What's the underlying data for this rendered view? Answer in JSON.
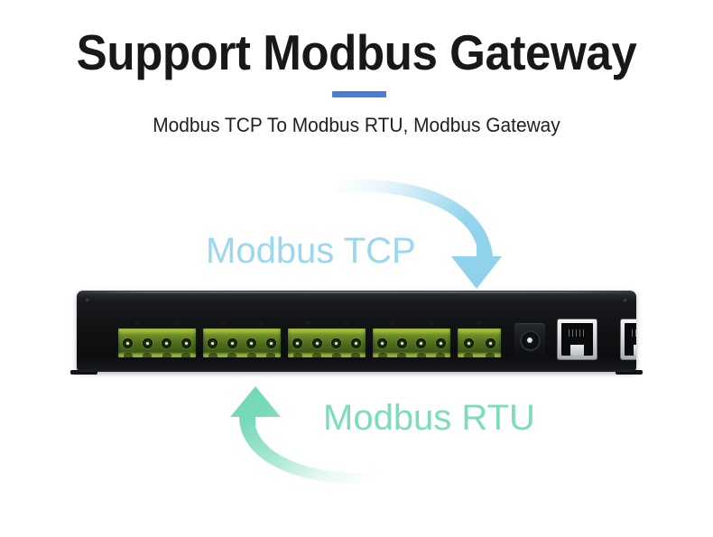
{
  "header": {
    "title": "Support Modbus Gateway",
    "subtitle": "Modbus TCP To Modbus RTU, Modbus Gateway",
    "divider_color": "#4A7ED4"
  },
  "flow": {
    "downstream_label": "Modbus TCP",
    "downstream_color": "#9BD7EE",
    "upstream_label": "Modbus RTU",
    "upstream_color": "#7CDCBE"
  },
  "device": {
    "name": "modbus-gateway-device",
    "chassis_color": "#111316",
    "terminal_block_color": "#8FAE33",
    "terminal_blocks": [
      {
        "label": "terminal-block-1",
        "pins": 4
      },
      {
        "label": "terminal-block-2",
        "pins": 4
      },
      {
        "label": "terminal-block-3",
        "pins": 4
      },
      {
        "label": "terminal-block-4",
        "pins": 4
      },
      {
        "label": "terminal-block-5",
        "pins": 2
      }
    ],
    "power_jack": {
      "label": "dc-power-jack"
    },
    "ethernet_ports": [
      {
        "label": "rj45-port-1"
      },
      {
        "label": "rj45-port-2"
      }
    ]
  },
  "icons": {
    "arrow_down": "blue-curved-arrow-down-icon",
    "arrow_up": "green-curved-arrow-up-icon"
  }
}
